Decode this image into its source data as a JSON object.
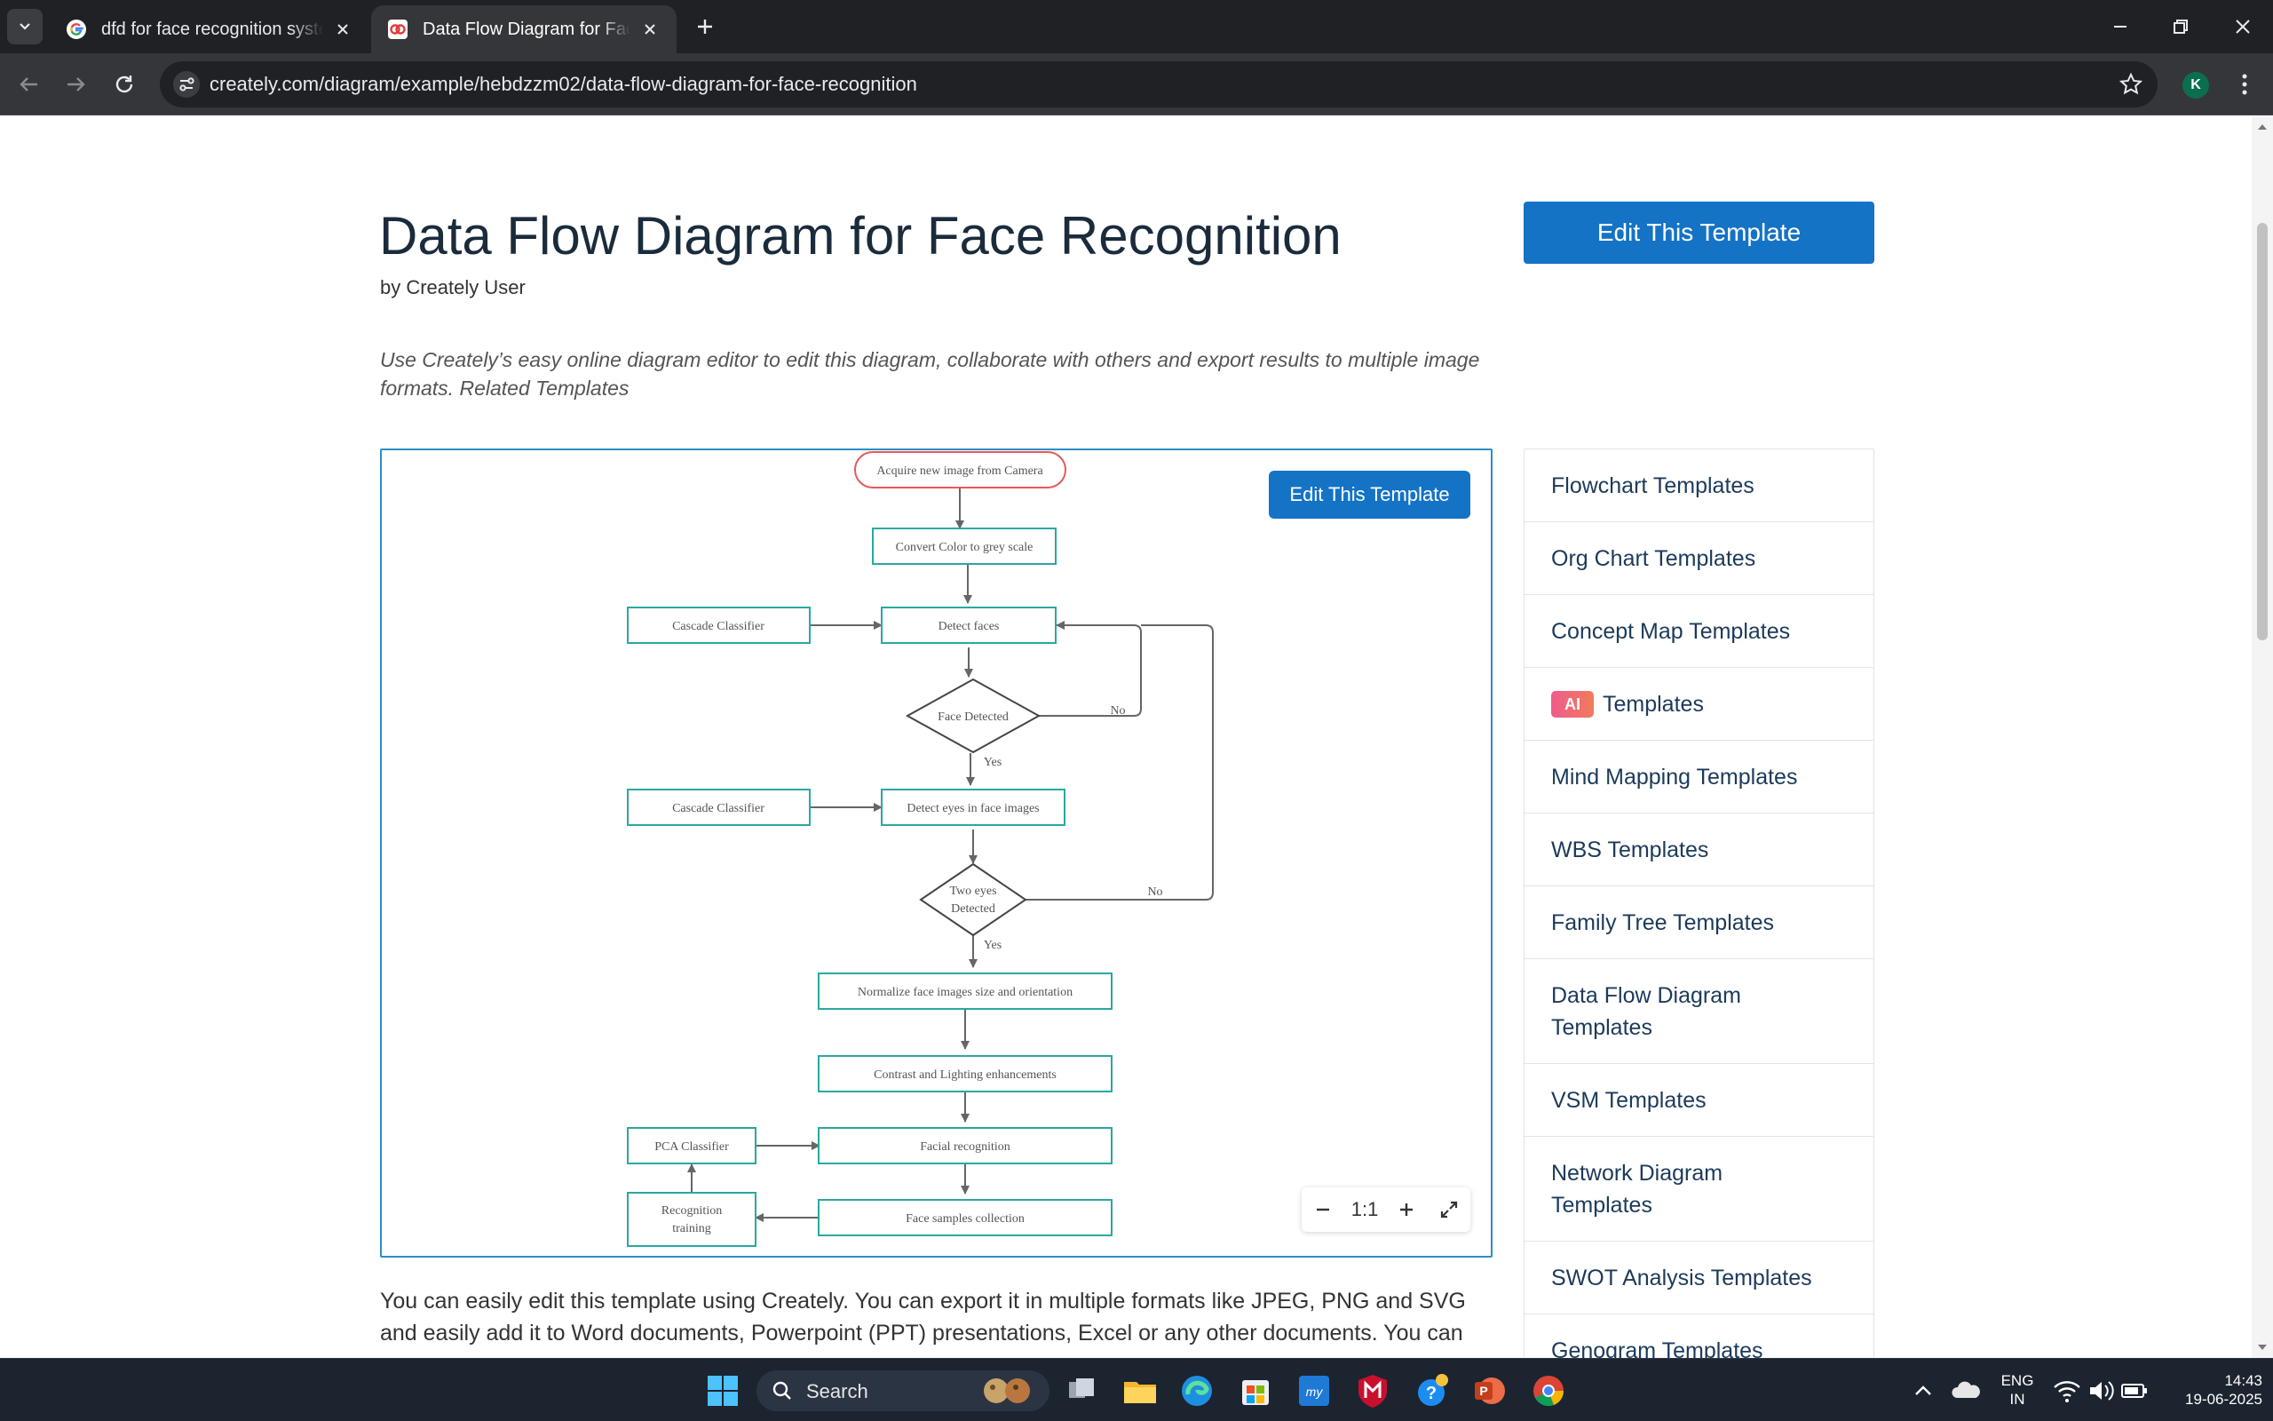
{
  "browser": {
    "tabs": [
      {
        "title": "dfd for face recognition system",
        "active": false,
        "icon": "google-icon"
      },
      {
        "title": "Data Flow Diagram for Face Recognition",
        "active": true,
        "icon": "creately-icon"
      }
    ],
    "url": "creately.com/diagram/example/hebdzzm02/data-flow-diagram-for-face-recognition",
    "profile_initial": "K"
  },
  "page": {
    "title": "Data Flow Diagram for Face Recognition",
    "author": "by Creately User",
    "edit_button": "Edit This Template",
    "description": "Use Creately’s easy online diagram editor to edit this diagram, collaborate with others and export results to multiple image formats. Related Templates",
    "body": "You can easily edit this template using Creately. You can export it in multiple formats like JPEG, PNG and SVG and easily add it to Word documents, Powerpoint (PPT) presentations, Excel or any other documents. You can"
  },
  "diagram": {
    "edit_button": "Edit This Template",
    "zoom_label": "1:1",
    "nodes": {
      "acquire": "Acquire new image from Camera",
      "convert": "Convert Color to grey scale",
      "cascade1": "Cascade  Classifier",
      "detect_faces": "Detect  faces",
      "face_detected": "Face Detected",
      "cascade2": "Cascade  Classifier",
      "detect_eyes": "Detect  eyes  in face  images",
      "two_eyes_1": "Two eyes",
      "two_eyes_2": "Detected",
      "normalize": "Normalize face  images  size  and orientation",
      "contrast": "Contrast  and Lighting enhancements",
      "pca": "PCA Classifier",
      "facial": "Facial recognition",
      "training_1": "Recognition",
      "training_2": "training",
      "samples": "Face  samples  collection"
    },
    "labels": {
      "no1": "No",
      "yes1": "Yes",
      "no2": "No",
      "yes2": "Yes"
    }
  },
  "sidebar": {
    "items": [
      {
        "label": "Flowchart Templates"
      },
      {
        "label": "Org Chart Templates"
      },
      {
        "label": "Concept Map Templates"
      },
      {
        "label": "Templates",
        "badge": "AI"
      },
      {
        "label": "Mind Mapping Templates"
      },
      {
        "label": "WBS Templates"
      },
      {
        "label": "Family Tree Templates"
      },
      {
        "label": "Data Flow Diagram Templates"
      },
      {
        "label": "VSM Templates"
      },
      {
        "label": "Network Diagram Templates"
      },
      {
        "label": "SWOT Analysis Templates"
      },
      {
        "label": "Genogram Templates"
      }
    ]
  },
  "taskbar": {
    "search_label": "Search",
    "lang_1": "ENG",
    "lang_2": "IN",
    "time": "14:43",
    "date": "19-06-2025"
  }
}
